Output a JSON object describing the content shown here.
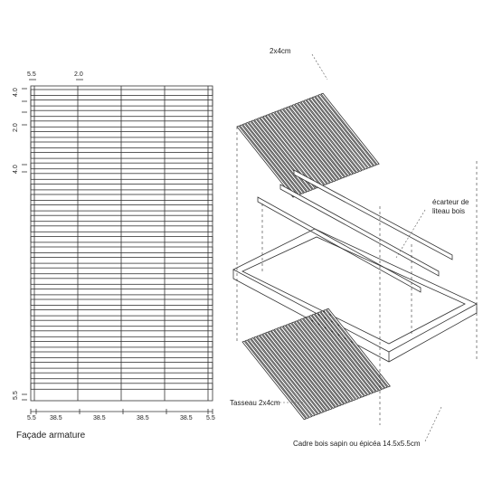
{
  "facade": {
    "title": "Façade armature",
    "dim_top": [
      "5.5",
      "2.0"
    ],
    "dim_left": [
      "4.0",
      "2.0",
      "4.0",
      "5.5"
    ],
    "dim_bottom": [
      "5.5",
      "38.5",
      "38.5",
      "38.5",
      "38.5",
      "5.5"
    ]
  },
  "iso": {
    "label_top": "2x4cm",
    "label_spacer": [
      "écarteur de",
      "liteau bois"
    ],
    "label_tasseau": "Tasseau 2x4cm",
    "label_frame": "Cadre bois sapin ou épicéa 14.5x5.5cm"
  },
  "colors": {
    "line": "#333333",
    "ink": "#222222",
    "leader": "#555555"
  }
}
